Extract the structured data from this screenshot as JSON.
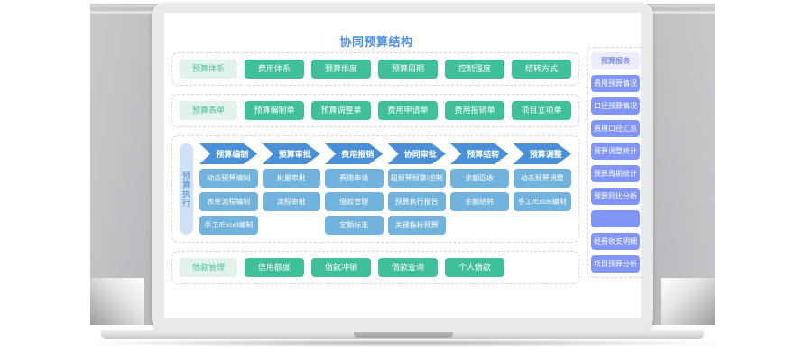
{
  "page": {
    "title": "协同预算结构",
    "title_color": "#4a8fe0"
  },
  "colors": {
    "green": "#3fc09a",
    "green_ghost_bg": "#e2f3ec",
    "green_ghost_text": "#4fbf9b",
    "chevron_blue": "#4a90d9",
    "sub_blue": "#72b3de",
    "rail_purple": "#8095f5",
    "rail_head_bg": "#edecfb",
    "exec_label_bg": "#cfe2f5"
  },
  "groups": [
    {
      "label": "预算体系",
      "items": [
        "费用体系",
        "预算维度",
        "预算周期",
        "控制强度",
        "结转方式"
      ]
    },
    {
      "label": "预算表单",
      "items": [
        "预算编制单",
        "预算调整单",
        "费用申请单",
        "费用报销单",
        "项目立项单"
      ]
    }
  ],
  "execution": {
    "label": "预算执行",
    "columns": [
      {
        "head": "预算编制",
        "items": [
          "动态预算编制",
          "表单流程编制",
          "手工/Excel编制"
        ]
      },
      {
        "head": "预算审批",
        "items": [
          "批量审批",
          "流程审批",
          ""
        ]
      },
      {
        "head": "费用报销",
        "items": [
          "费用申请",
          "借款管理",
          "定额标准"
        ]
      },
      {
        "head": "协同审批",
        "items": [
          "超预算预警/控制",
          "预算执行报告",
          "关键指标预算"
        ]
      },
      {
        "head": "预算结转",
        "items": [
          "余额回收",
          "余额结转",
          ""
        ]
      },
      {
        "head": "预算调整",
        "items": [
          "动态预算调整",
          "手工/Excel编制",
          ""
        ]
      }
    ]
  },
  "loan": {
    "label": "借款管理",
    "items": [
      "信用额度",
      "借款冲销",
      "借款查询",
      "个人借款",
      ""
    ]
  },
  "rail": {
    "head": "预算报表",
    "items": [
      "费用预算情况",
      "口径预算情况",
      "费用口径汇总",
      "预算调整统计",
      "预算周期统计",
      "预算同比分析",
      "",
      "经费收支明细",
      "项目预算分析"
    ]
  }
}
